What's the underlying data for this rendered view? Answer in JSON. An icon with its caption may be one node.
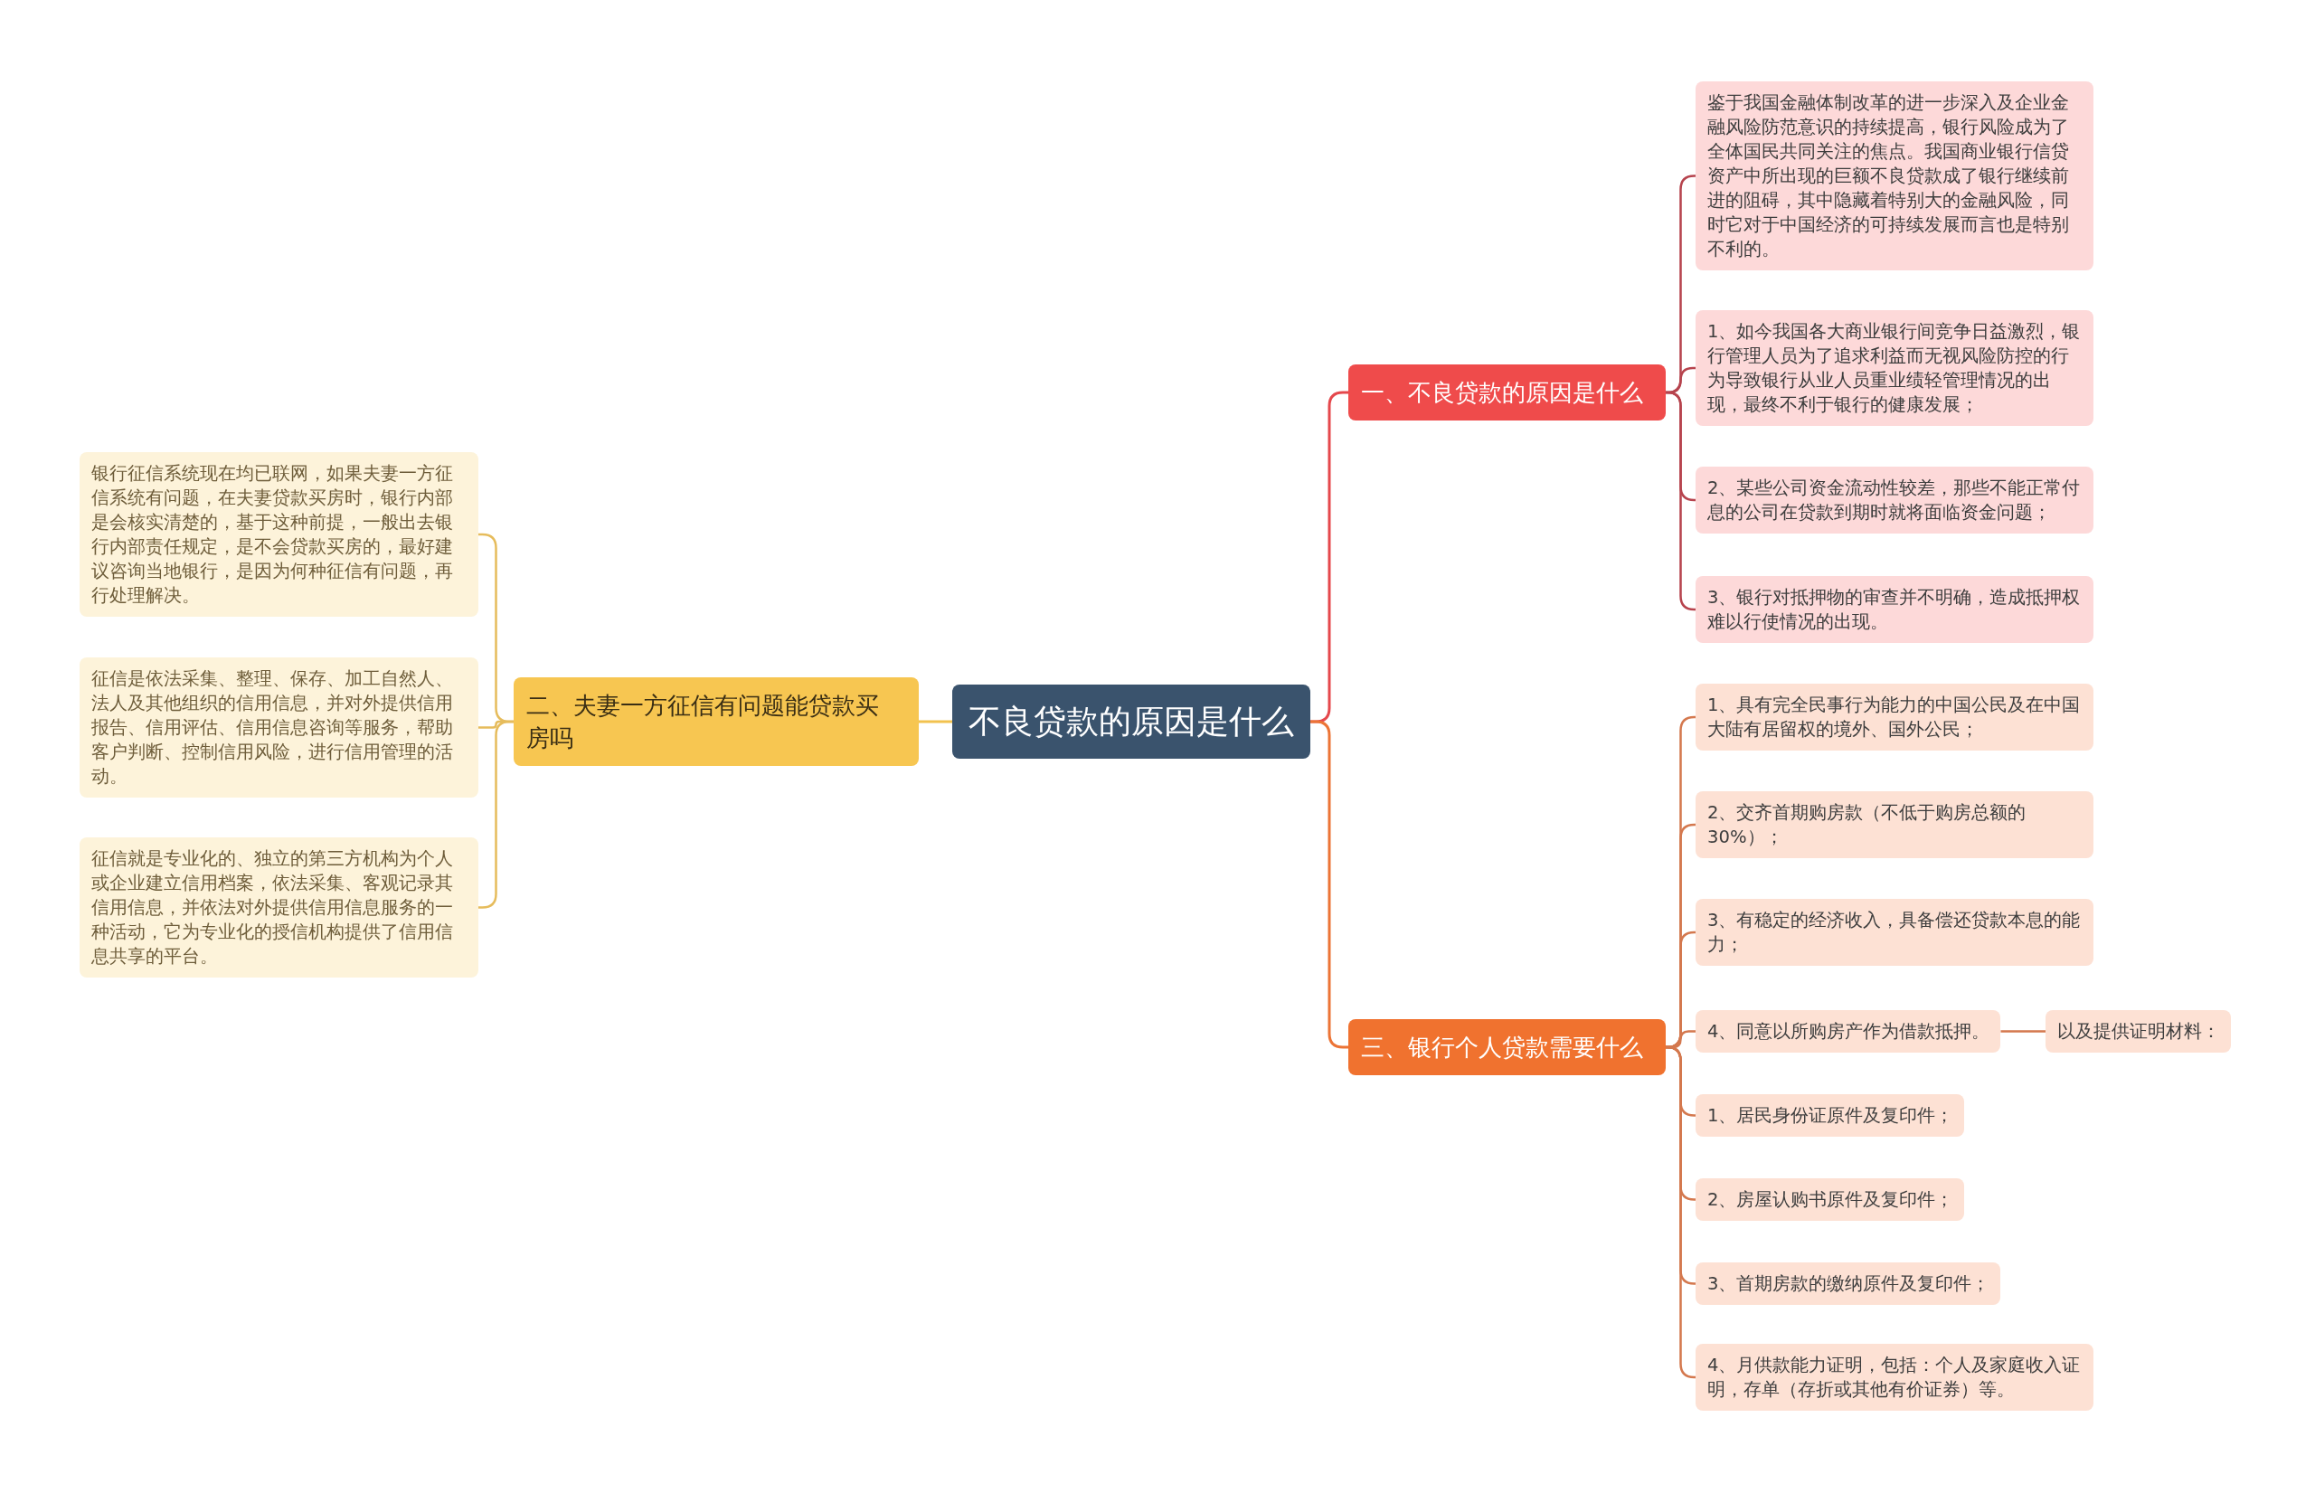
{
  "diagram": {
    "nodes": [
      {
        "text": [
          "不良贷款的原因是什么"
        ]
      },
      {
        "text": [
          "一、不良贷款的原因是什么"
        ]
      },
      {
        "text": [
          "鉴于我国金融体制改革的进一步深入及企业金融风险防范意识的持续提高，银行风险成为了全体国民共同关注的焦点。我国商业银行信贷资产中所出现的巨额不良贷款成了银行继续前进的阻碍，其中隐藏着特别大的金融风险，同时它对于中国经济的可持续发展而言也是特别不利的。"
        ]
      },
      {
        "text": [
          "1、如今我国各大商业银行间竞争日益激烈，银行管理人员为了追求利益而无视风险防控的行为导致银行从业人员重业绩轻管理情况的出现，最终不利于银行的健康发展；"
        ]
      },
      {
        "text": [
          "2、某些公司资金流动性较差，那些不能正常付息的公司在贷款到期时就将面临资金问题；"
        ]
      },
      {
        "text": [
          "3、银行对抵押物的审查并不明确，造成抵押权难以行使情况的出现。"
        ]
      },
      {
        "text": [
          "二、夫妻一方征信有问题能贷款买房吗"
        ]
      },
      {
        "text": [
          "银行征信系统现在均已联网，如果夫妻一方征信系统有问题，在夫妻贷款买房时，银行内部是会核实清楚的，基于这种前提，一般出去银行内部责任规定，是不会贷款买房的，最好建议咨询当地银行，是因为何种征信有问题，再行处理解决。"
        ]
      },
      {
        "text": [
          "征信是依法采集、整理、保存、加工自然人、法人及其他组织的信用信息，并对外提供信用报告、信用评估、信用信息咨询等服务，帮助客户判断、控制信用风险，进行信用管理的活动。"
        ]
      },
      {
        "text": [
          "征信就是专业化的、独立的第三方机构为个人或企业建立信用档案，依法采集、客观记录其信用信息，并依法对外提供信用信息服务的一种活动，它为专业化的授信机构提供了信用信息共享的平台。"
        ]
      },
      {
        "text": [
          "三、银行个人贷款需要什么"
        ]
      },
      {
        "text": [
          "1、具有完全民事行为能力的中国公民及在中国大陆有居留权的境外、国外公民；"
        ]
      },
      {
        "text": [
          "2、交齐首期购房款（不低于购房总额的30%）；"
        ]
      },
      {
        "text": [
          "3、有稳定的经济收入，具备偿还贷款本息的能力；"
        ]
      },
      {
        "text": [
          "4、同意以所购房产作为借款抵押。"
        ]
      },
      {
        "text": [
          "以及提供证明材料："
        ]
      },
      {
        "text": [
          "1、居民身份证原件及复印件；"
        ]
      },
      {
        "text": [
          "2、房屋认购书原件及复印件；"
        ]
      },
      {
        "text": [
          "3、首期房款的缴纳原件及复印件；"
        ]
      },
      {
        "text": [
          "4、月供款能力证明，包括：个人及家庭收入证明，存单（存折或其他有价证券）等。"
        ]
      }
    ],
    "edges": [
      {
        "from": 0,
        "to": 1,
        "arrow": "none",
        "color": "#e5484c"
      },
      {
        "from": 1,
        "to": 2,
        "arrow": "none",
        "color": "#b6434d"
      },
      {
        "from": 1,
        "to": 3,
        "arrow": "none",
        "color": "#b6434d"
      },
      {
        "from": 1,
        "to": 4,
        "arrow": "none",
        "color": "#b6434d"
      },
      {
        "from": 1,
        "to": 5,
        "arrow": "none",
        "color": "#b6434d"
      },
      {
        "from": 0,
        "to": 6,
        "arrow": "none",
        "color": "#f2c24f"
      },
      {
        "from": 6,
        "to": 7,
        "arrow": "none",
        "color": "#e6bc5c"
      },
      {
        "from": 6,
        "to": 8,
        "arrow": "none",
        "color": "#e6bc5c"
      },
      {
        "from": 6,
        "to": 9,
        "arrow": "none",
        "color": "#e6bc5c"
      },
      {
        "from": 0,
        "to": 10,
        "arrow": "none",
        "color": "#ec7436"
      },
      {
        "from": 10,
        "to": 11,
        "arrow": "none"
      },
      {
        "from": 10,
        "to": 12,
        "arrow": "none"
      },
      {
        "from": 10,
        "to": 13,
        "arrow": "none"
      },
      {
        "from": 10,
        "to": 14,
        "arrow": "none"
      },
      {
        "from": 14,
        "to": 15,
        "arrow": "none"
      },
      {
        "from": 10,
        "to": 16,
        "arrow": "none"
      },
      {
        "from": 10,
        "to": 17,
        "arrow": "none"
      },
      {
        "from": 10,
        "to": 18,
        "arrow": "none"
      },
      {
        "from": 10,
        "to": 19,
        "arrow": "none"
      }
    ]
  }
}
